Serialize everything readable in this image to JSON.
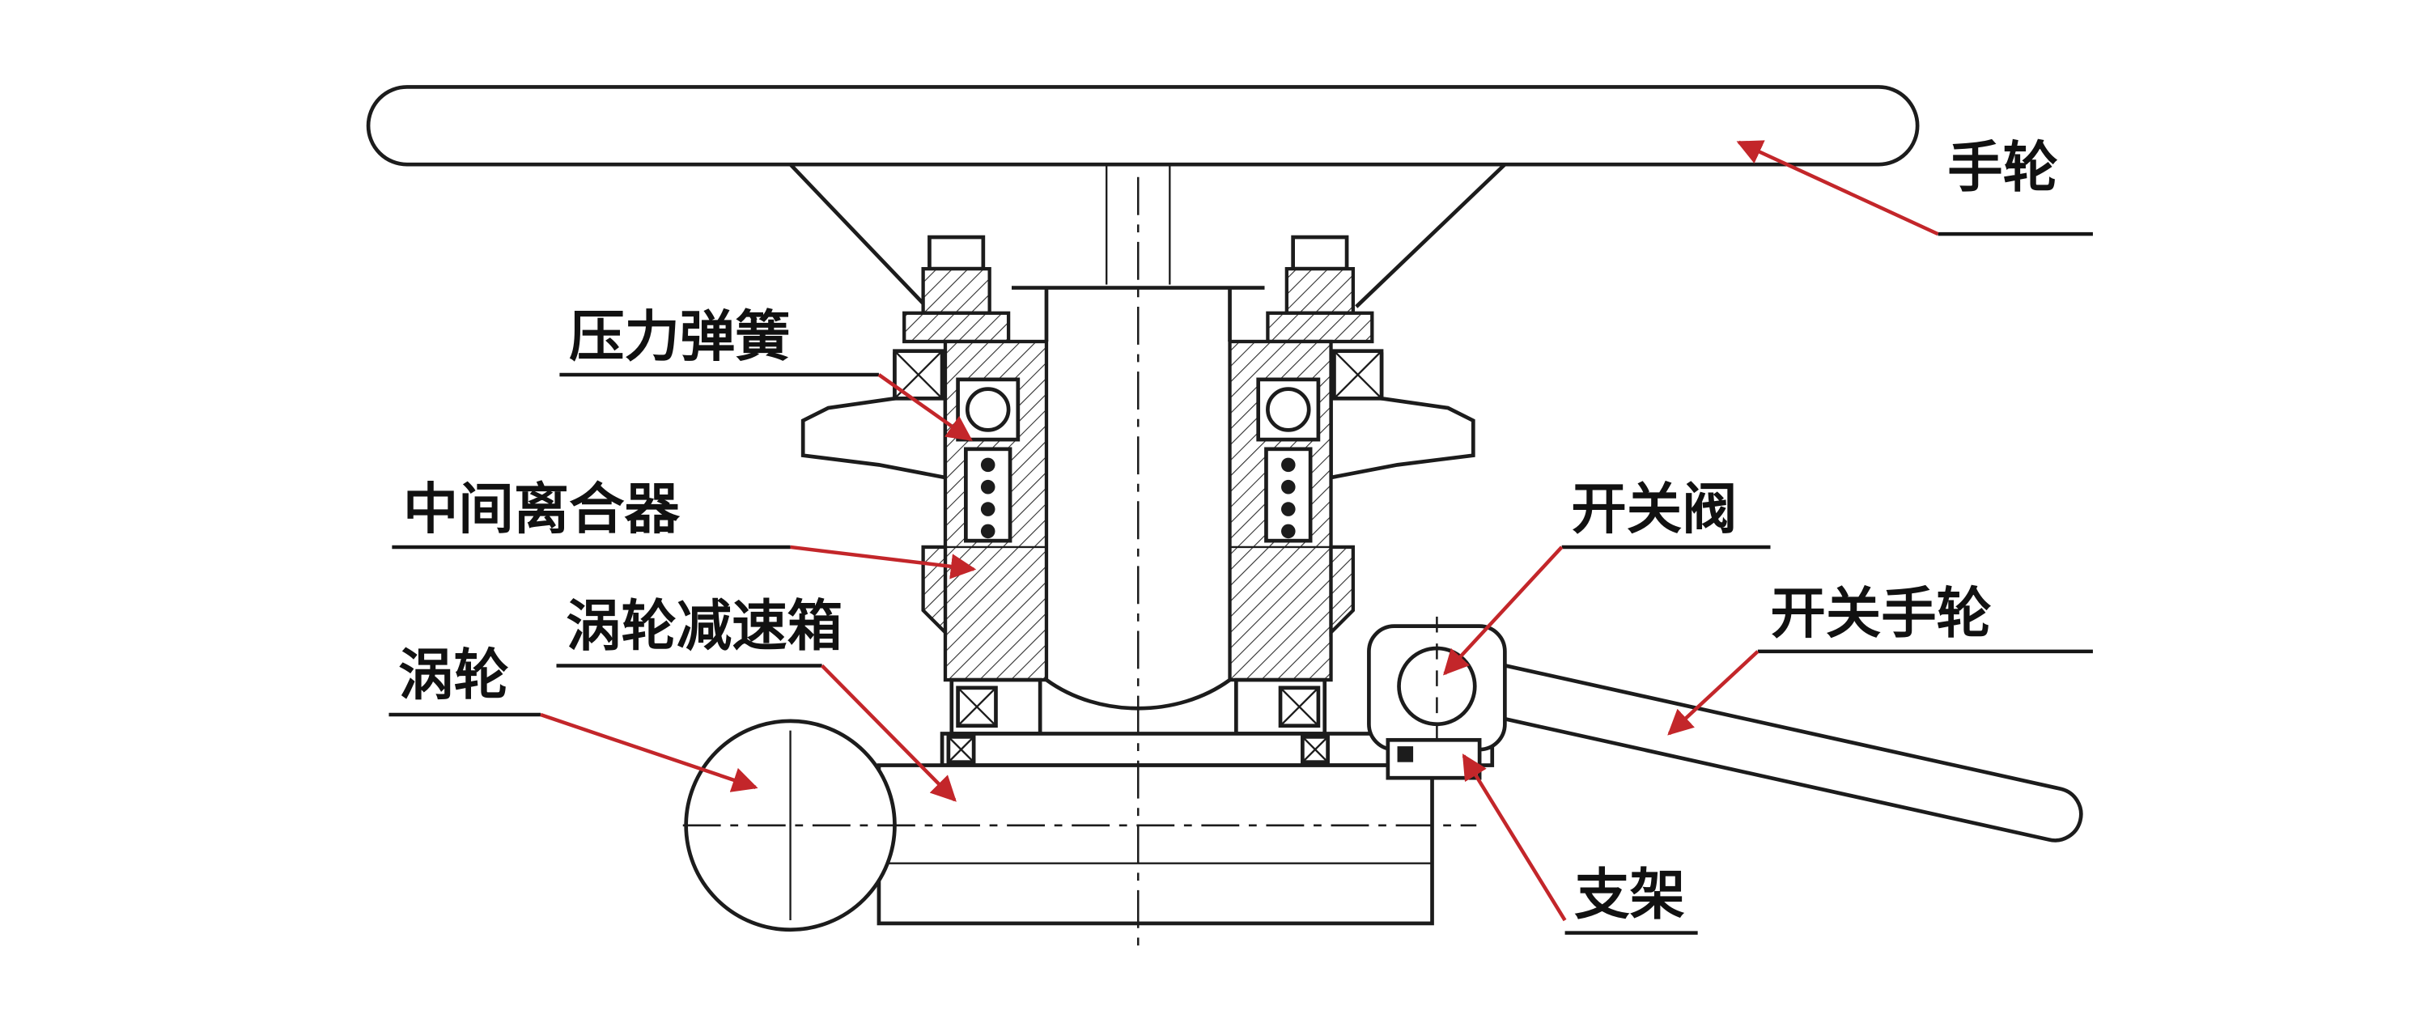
{
  "diagram": {
    "type": "engineering-cross-section",
    "labels": {
      "handwheel": "手轮",
      "pressure_spring": "压力弹簧",
      "intermediate_clutch": "中间离合器",
      "worm_gearbox": "涡轮减速箱",
      "worm_wheel": "涡轮",
      "switch_valve": "开关阀",
      "switch_handwheel": "开关手轮",
      "bracket": "支架"
    },
    "colors": {
      "outline": "#1c1c1c",
      "leader_arrow": "#c3262a",
      "label_text": "#111111",
      "background": "#ffffff"
    }
  }
}
